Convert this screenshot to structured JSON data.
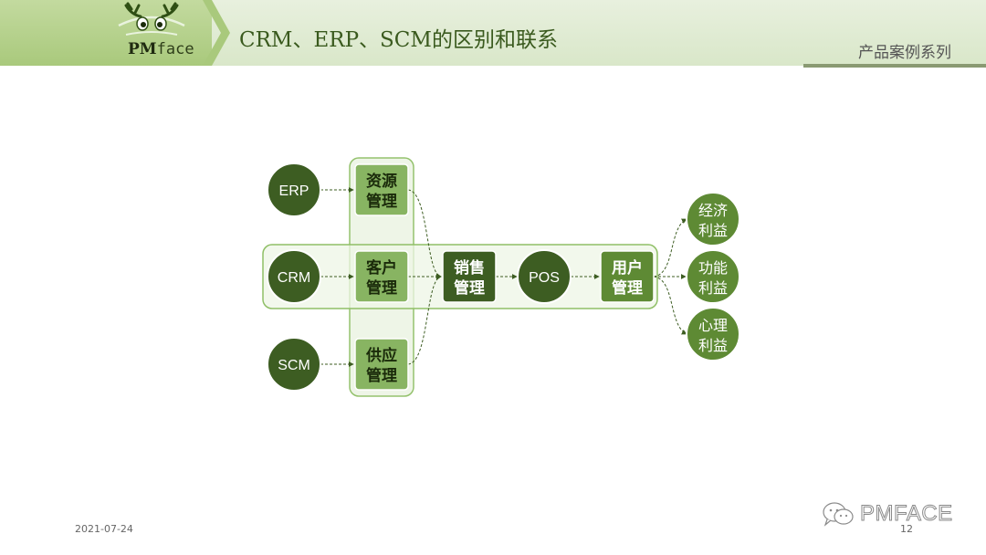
{
  "header": {
    "logo_pm": "PM",
    "logo_face": "face",
    "title": "CRM、ERP、SCM的区别和联系",
    "series_label": "产品案例系列"
  },
  "diagram": {
    "systems": [
      {
        "id": "erp",
        "label": "ERP"
      },
      {
        "id": "crm",
        "label": "CRM"
      },
      {
        "id": "scm",
        "label": "SCM"
      }
    ],
    "management_boxes": [
      {
        "id": "resource",
        "line1": "资源",
        "line2": "管理"
      },
      {
        "id": "customer",
        "line1": "客户",
        "line2": "管理"
      },
      {
        "id": "supply",
        "line1": "供应",
        "line2": "管理"
      }
    ],
    "sales_box": {
      "line1": "销售",
      "line2": "管理"
    },
    "pos": {
      "label": "POS"
    },
    "user_box": {
      "line1": "用户",
      "line2": "管理"
    },
    "benefits": [
      {
        "id": "economic",
        "line1": "经济",
        "line2": "利益"
      },
      {
        "id": "functional",
        "line1": "功能",
        "line2": "利益"
      },
      {
        "id": "psychological",
        "line1": "心理",
        "line2": "利益"
      }
    ],
    "colors": {
      "dark_green": "#3d5d22",
      "mid_green": "#5e8a34",
      "light_box": "#88b462",
      "group_fill": "#eef5e6",
      "group_stroke": "#8fbf66"
    }
  },
  "footer": {
    "date": "2021-07-24",
    "page_number": "12",
    "watermark": "PMFACE"
  }
}
